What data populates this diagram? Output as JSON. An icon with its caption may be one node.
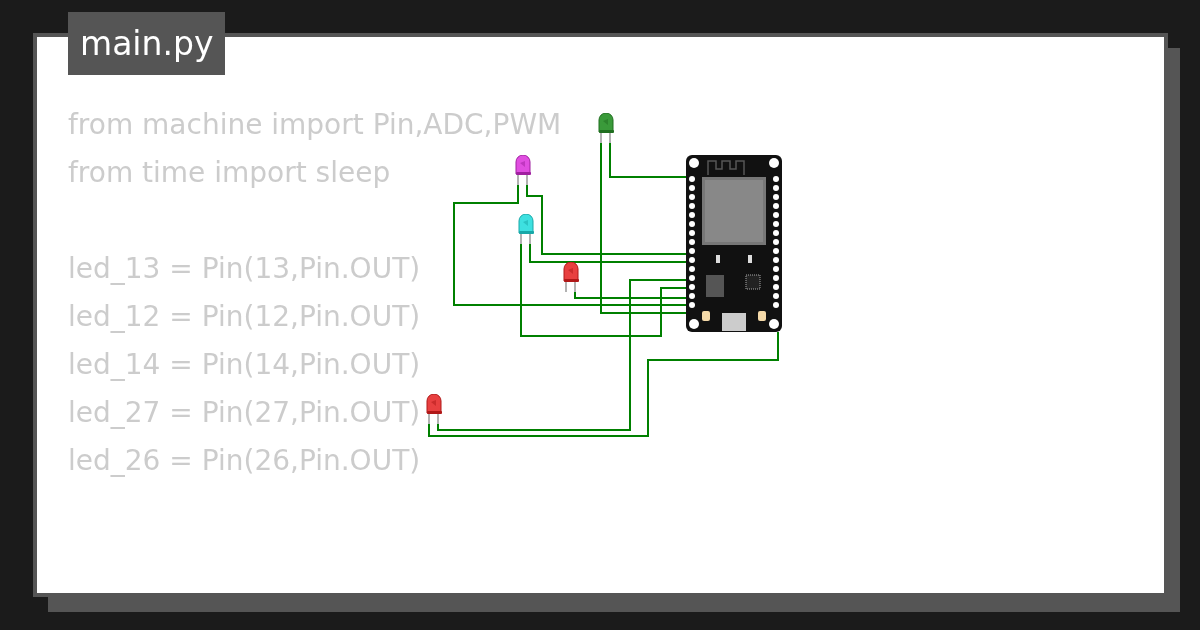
{
  "diagram": {
    "nodes": [
      {
        "text": [],
        "shape": "picture"
      },
      {
        "text": [],
        "shape": "picture"
      },
      {
        "text": [],
        "shape": "picture"
      },
      {
        "text": [],
        "shape": "picture"
      },
      {
        "text": [],
        "shape": "picture"
      },
      {
        "text": [],
        "shape": "picture"
      }
    ],
    "edges": [
      {
        "from": 1,
        "to": 0,
        "arrow": "none"
      },
      {
        "from": 1,
        "to": 0,
        "arrow": "none"
      },
      {
        "from": 2,
        "to": 0,
        "arrow": "none"
      },
      {
        "from": 2,
        "to": 0,
        "arrow": "none"
      },
      {
        "from": 3,
        "to": 0,
        "arrow": "none"
      },
      {
        "from": 3,
        "to": 0,
        "arrow": "none"
      },
      {
        "from": 4,
        "to": 0,
        "arrow": "none"
      },
      {
        "from": 5,
        "to": 0,
        "arrow": "none"
      },
      {
        "from": 5,
        "to": 0,
        "arrow": "none"
      }
    ],
    "labels": [
      "main.py",
      "from machine import Pin,ADC,PWM",
      "from time import sleep",
      "led_13 = Pin(13,Pin.OUT)",
      "led_12 = Pin(12,Pin.OUT)",
      "led_14 = Pin(14,Pin.OUT)",
      "led_27 = Pin(27,Pin.OUT)",
      "led_26 = Pin(26,Pin.OUT)"
    ]
  }
}
